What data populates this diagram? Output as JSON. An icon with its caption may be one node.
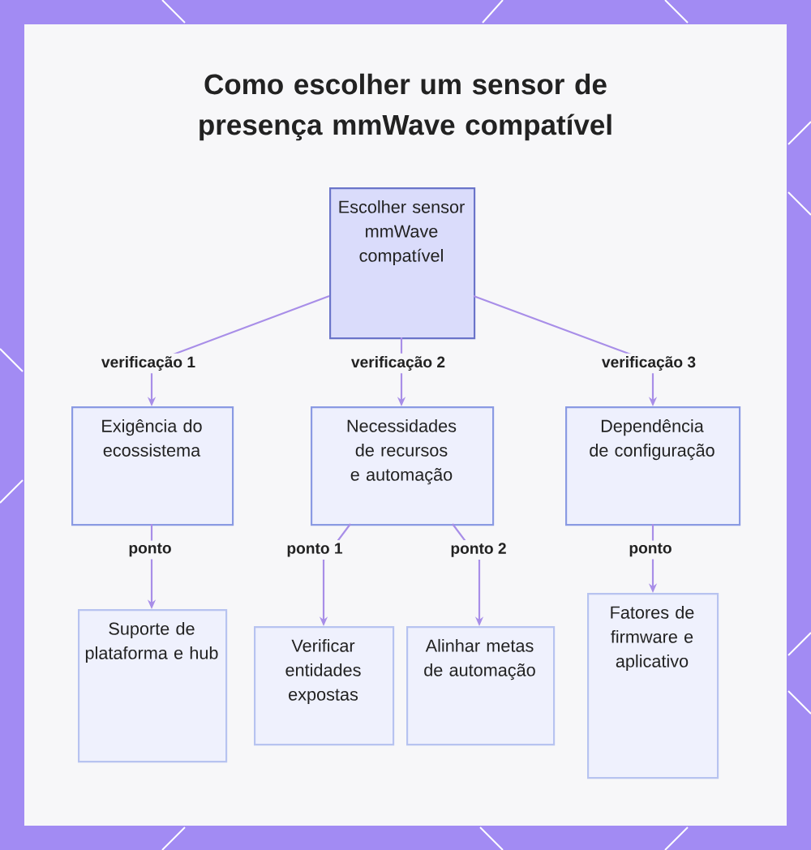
{
  "diagram": {
    "title": "Como escolher um sensor de presença mmWave compatível",
    "nodes": [
      {
        "text": [
          "Escolher sensor mmWave compatível"
        ]
      },
      {
        "text": [
          "Exigência do ecossistema"
        ]
      },
      {
        "text": [
          "Necessidades de recursos e automação"
        ]
      },
      {
        "text": [
          "Dependência de configuração"
        ]
      },
      {
        "text": [
          "Suporte de plataforma e hub"
        ]
      },
      {
        "text": [
          "Verificar entidades expostas"
        ]
      },
      {
        "text": [
          "Alinhar metas de automação"
        ]
      },
      {
        "text": [
          "Fatores de firmware e aplicativo"
        ]
      }
    ],
    "edges": [
      {
        "from": 0,
        "to": 1,
        "arrow": "to",
        "label": "verificação 1"
      },
      {
        "from": 0,
        "to": 2,
        "arrow": "to",
        "label": "verificação 2"
      },
      {
        "from": 0,
        "to": 3,
        "arrow": "to",
        "label": "verificação 3"
      },
      {
        "from": 1,
        "to": 4,
        "arrow": "to",
        "label": "ponto"
      },
      {
        "from": 2,
        "to": 5,
        "arrow": "to",
        "label": "ponto 1"
      },
      {
        "from": 2,
        "to": 6,
        "arrow": "to",
        "label": "ponto 2"
      },
      {
        "from": 3,
        "to": 7,
        "arrow": "to",
        "label": "ponto"
      }
    ]
  }
}
